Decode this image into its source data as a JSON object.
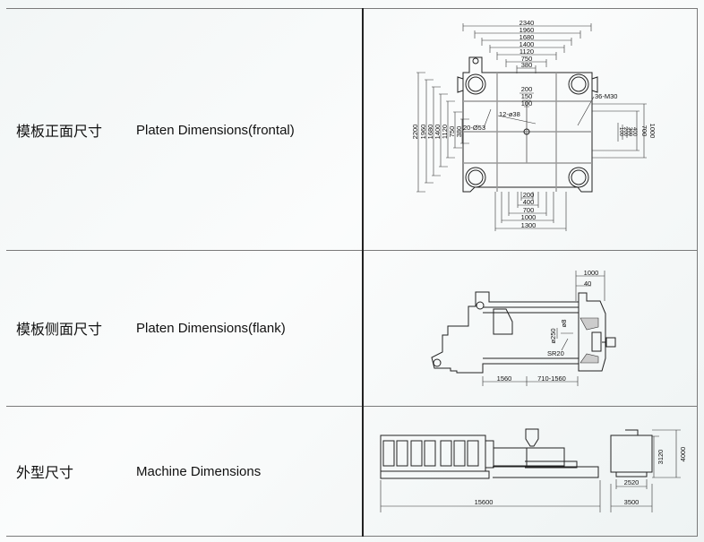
{
  "rows": [
    {
      "zh": "模板正面尺寸",
      "en": "Platen Dimensions(frontal)"
    },
    {
      "zh": "模板侧面尺寸",
      "en": "Platen Dimensions(flank)"
    },
    {
      "zh": "外型尺寸",
      "en": "Machine Dimensions"
    }
  ],
  "frontal": {
    "top_dims": [
      "2340",
      "1960",
      "1680",
      "1400",
      "1120",
      "750",
      "380"
    ],
    "left_dims": [
      "2200",
      "1960",
      "1680",
      "1400",
      "1120",
      "750",
      "380"
    ],
    "bottom_dims": [
      "200",
      "400",
      "700",
      "1000",
      "1300"
    ],
    "center_dims": [
      "200",
      "150",
      "100"
    ],
    "right_dims": [
      "100",
      "200",
      "300",
      "400",
      "700",
      "1000"
    ],
    "callouts": [
      "36-M30",
      "12-ø38",
      "20-Ø53"
    ]
  },
  "flank": {
    "dims": [
      "1000",
      "40",
      "ø250",
      "ø8",
      "SR20",
      "1560",
      "710-1560"
    ]
  },
  "machine": {
    "dims": [
      "15600",
      "3500",
      "2520",
      "3120",
      "4000"
    ]
  }
}
